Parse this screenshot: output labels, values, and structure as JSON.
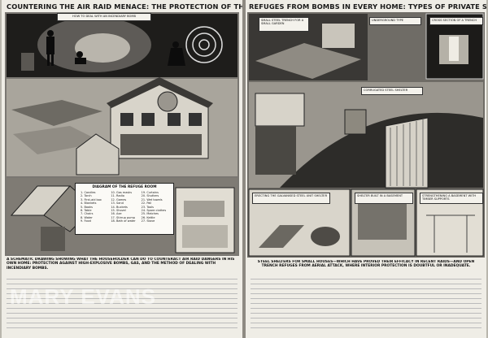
{
  "left_page": {
    "headline": "COUNTERING THE AIR RAID MENACE: THE PROTECTION OF THE HOME.",
    "top_panel_label": "HOW TO DEAL WITH AN INCENDIARY BOMB",
    "key": {
      "title": "DIAGRAM OF THE REFUGE ROOM",
      "items": [
        "1. Candles",
        "2. Torch",
        "3. First-aid box",
        "4. Blankets",
        "5. Books",
        "6. Table",
        "7. Chairs",
        "8. Water",
        "9. Food",
        "10. Gas masks",
        "11. Radio",
        "12. Games",
        "13. Sand",
        "14. Buckets",
        "15. Shovel",
        "16. Axe",
        "17. Stirrup pump",
        "18. Bath of water",
        "19. Curtains",
        "20. Shutters",
        "21. Wet towels",
        "22. Pail",
        "23. Tools",
        "24. Spare clothes",
        "25. Matches",
        "26. Kettle",
        "27. Stove"
      ]
    },
    "caption": "A SCHEMATIC DRAWING SHOWING WHAT THE HOUSEHOLDER CAN DO TO COUNTERACT AIR RAID DANGERS IN HIS OWN HOME: PROTECTION AGAINST HIGH-EXPLOSIVE BOMBS, GAS, AND THE METHOD OF DEALING WITH INCENDIARY BOMBS."
  },
  "right_page": {
    "headline": "REFUGES FROM BOMBS IN EVERY HOME: TYPES OF PRIVATE SHELTERS.",
    "labels": [
      "SMALL STEEL TRENCH FOR A SMALL GARDEN",
      "UNDERGROUND TYPE",
      "CROSS SECTION OF A TRENCH",
      "CORRUGATED STEEL SHELTER",
      "ERECTING THE GALVANISED STEEL UNIT SHELTER",
      "SHELTER BUILT IN A BASEMENT",
      "STRENGTHENING A BASEMENT WITH TIMBER SUPPORTS"
    ],
    "caption": "STEEL SHELTERS FOR SMALL HOUSES—WHICH HAVE PROVED THEIR EFFICACY IN RECENT RAIDS—AND OPEN TRENCH REFUGES FROM AERIAL ATTACK, WHERE INTERIOR PROTECTION IS DOUBTFUL OR INADEQUATE."
  },
  "watermark": "MARY EVANS"
}
